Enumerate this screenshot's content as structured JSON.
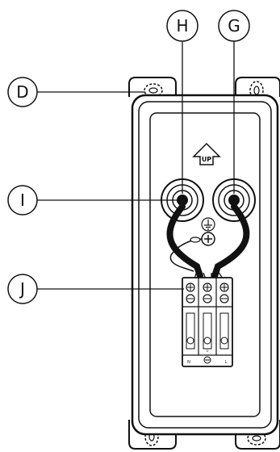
{
  "callouts": {
    "d": "D",
    "h": "H",
    "g": "G",
    "i": "I",
    "j": "J"
  },
  "up_arrow": {
    "label": "UP"
  },
  "terminal_block": {
    "labels": [
      "N",
      "⏚",
      "L"
    ]
  },
  "colors": {
    "outline": "#111111",
    "cable": "#111111",
    "background": "#ffffff"
  }
}
